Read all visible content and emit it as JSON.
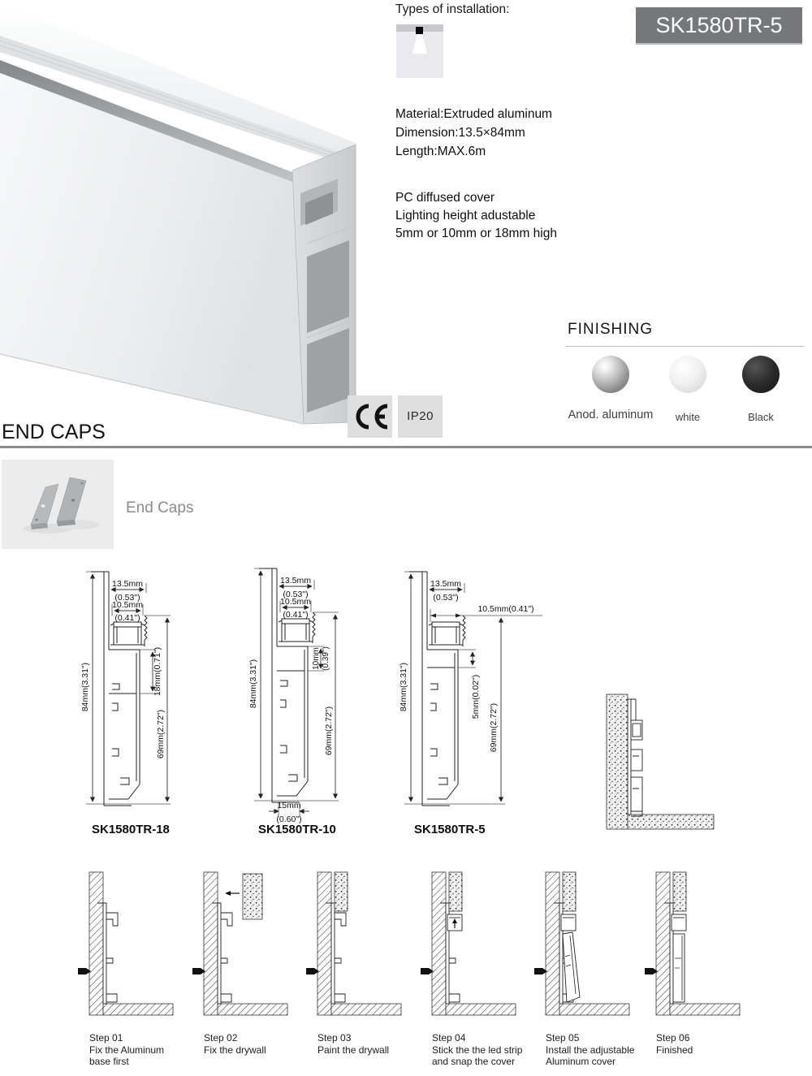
{
  "header": {
    "types_of_installation_label": "Types of installation:",
    "model": "SK1580TR-5"
  },
  "specs": {
    "material": "Material:Extruded aluminum",
    "dimension": "Dimension:13.5×84mm",
    "length": "Length:MAX.6m",
    "cover": "PC diffused cover",
    "height_note1": "Lighting height adustable",
    "height_note2": "5mm or 10mm or 18mm high"
  },
  "badges": {
    "ce": "CE",
    "ip20": "IP20"
  },
  "finishing": {
    "title": "FINISHING",
    "options": [
      {
        "label": "Anod. aluminum",
        "hex": "#a8a8a8"
      },
      {
        "label": "white",
        "hex": "#e9e9e9"
      },
      {
        "label": "Black",
        "hex": "#1c1c1c"
      }
    ]
  },
  "end_caps": {
    "section_title": "END CAPS",
    "item_label": "End Caps"
  },
  "drawings": [
    {
      "name": "SK1580TR-18",
      "dims": {
        "top_width": "13.5mm",
        "top_width_in": "(0.53\")",
        "inner_width": "10.5mm",
        "inner_width_in": "(0.41\")",
        "height": "84mm(3.31\")",
        "adjust": "18mm(0.71\")",
        "body": "69mm(2.72\")"
      }
    },
    {
      "name": "SK1580TR-10",
      "dims": {
        "top_width": "13.5mm",
        "top_width_in": "(0.53\")",
        "inner_width": "10.5mm",
        "inner_width_in": "(0.41\")",
        "height": "84mm(3.31\")",
        "adjust": "10mm",
        "adjust_in": "(0.39\")",
        "body": "69mm(2.72\")",
        "bottom_width": "15mm",
        "bottom_width_in": "(0.60\")"
      }
    },
    {
      "name": "SK1580TR-5",
      "dims": {
        "top_width": "13.5mm",
        "top_width_in": "(0.53\")",
        "inner_width": "10.5mm(0.41\")",
        "height": "84mm(3.31\")",
        "adjust": "5mm(0.02\")",
        "body": "69mm(2.72\")"
      }
    }
  ],
  "steps": [
    {
      "title": "Step 01",
      "desc": "Fix the Aluminum\nbase first"
    },
    {
      "title": "Step 02",
      "desc": "Fix the drywall"
    },
    {
      "title": "Step 03",
      "desc": "Paint the drywall"
    },
    {
      "title": "Step 04",
      "desc": "Stick the the led strip\nand snap the cover"
    },
    {
      "title": "Step 05",
      "desc": "Install the adjustable\nAluminum cover"
    },
    {
      "title": "Step 06",
      "desc": "Finished"
    }
  ]
}
